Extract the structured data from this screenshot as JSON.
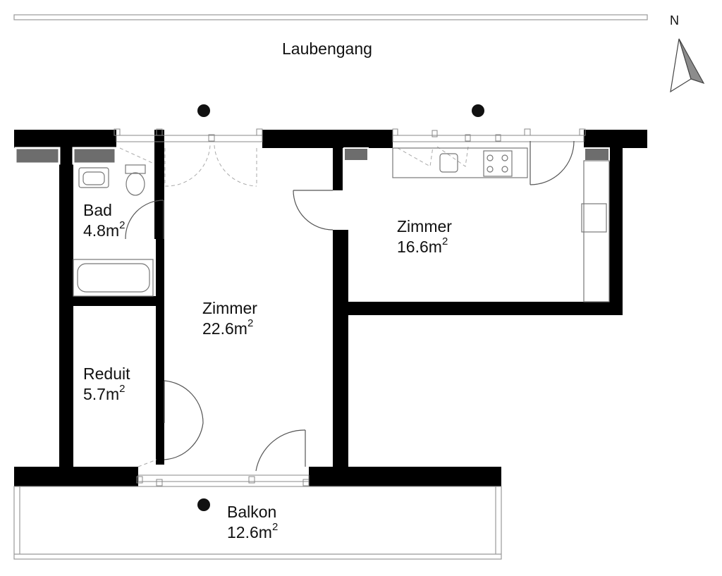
{
  "plan": {
    "gallery_label": "Laubengang",
    "north_label": "N",
    "rooms": [
      {
        "name": "Bad",
        "area": "4.8m",
        "exp": "2"
      },
      {
        "name": "Zimmer",
        "area": "16.6m",
        "exp": "2"
      },
      {
        "name": "Zimmer",
        "area": "22.6m",
        "exp": "2"
      },
      {
        "name": "Reduit",
        "area": "5.7m",
        "exp": "2"
      },
      {
        "name": "Balkon",
        "area": "12.6m",
        "exp": "2"
      }
    ]
  }
}
